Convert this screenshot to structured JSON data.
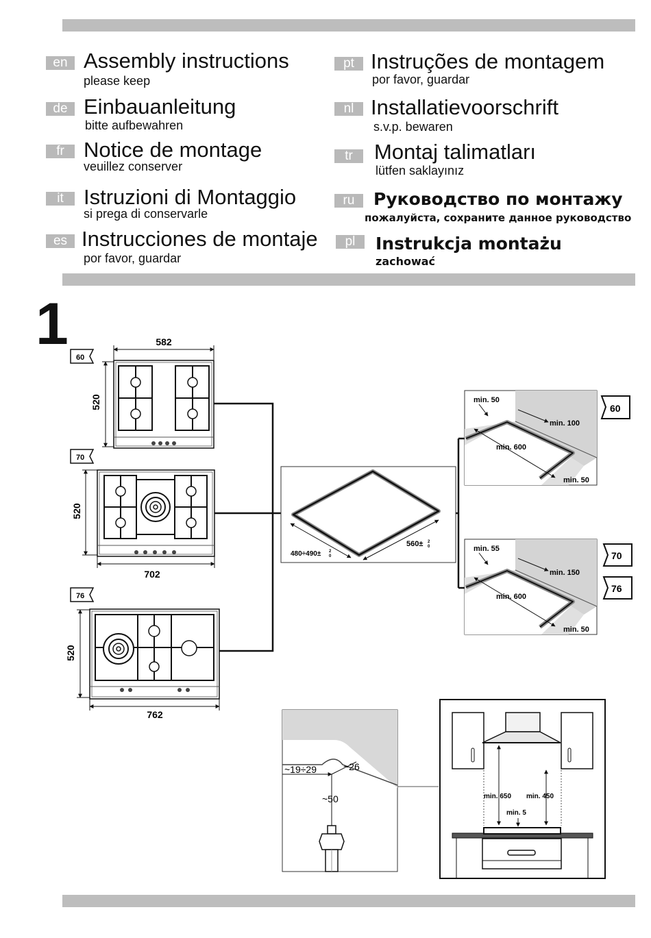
{
  "languages": [
    {
      "code": "en",
      "title": "Assembly instructions",
      "subtitle": "please keep"
    },
    {
      "code": "de",
      "title": "Einbauanleitung",
      "subtitle": "bitte aufbewahren"
    },
    {
      "code": "fr",
      "title": "Notice de montage",
      "subtitle": "veuillez conserver"
    },
    {
      "code": "it",
      "title": "Istruzioni di Montaggio",
      "subtitle": "si prega di conservarle"
    },
    {
      "code": "es",
      "title": "Instrucciones de montaje",
      "subtitle": "por favor, guardar"
    },
    {
      "code": "pt",
      "title": "Instruções de montagem",
      "subtitle": "por favor, guardar"
    },
    {
      "code": "nl",
      "title": "Installatievoorschrift",
      "subtitle": "s.v.p. bewaren"
    },
    {
      "code": "tr",
      "title": "Montaj talimatları",
      "subtitle": "lütfen saklayınız"
    },
    {
      "code": "ru",
      "title": "Руководство по монтажу",
      "subtitle": "пожалуйста, сохраните данное руководство"
    },
    {
      "code": "pl",
      "title": "Instrukcja montażu",
      "subtitle": "zachować"
    }
  ],
  "step_number": "1",
  "hobs": {
    "hob60": {
      "badge": "60",
      "width": "582",
      "depth": "520"
    },
    "hob70": {
      "badge": "70",
      "width": "702",
      "depth": "520"
    },
    "hob76": {
      "badge": "76",
      "width": "762",
      "depth": "520"
    }
  },
  "cutout": {
    "depth": "480÷490±",
    "depth_tol_top": "2",
    "depth_tol_bottom": "0",
    "width": "560±",
    "width_tol_top": "2",
    "width_tol_bottom": "0"
  },
  "clearance_60": {
    "badge": "60",
    "front": "min. 50",
    "side": "min. 100",
    "back": "min. 600",
    "wall": "min. 50"
  },
  "clearance_70_76": {
    "badges": [
      "70",
      "76"
    ],
    "front": "min. 55",
    "side": "min. 150",
    "back": "min. 600",
    "wall": "min. 50"
  },
  "gas_connection": {
    "left": "~19÷29",
    "right": "~26",
    "down": "~50"
  },
  "hood": {
    "min_a": "min. 650",
    "min_b": "min. 450",
    "min_c": "min. 5"
  }
}
